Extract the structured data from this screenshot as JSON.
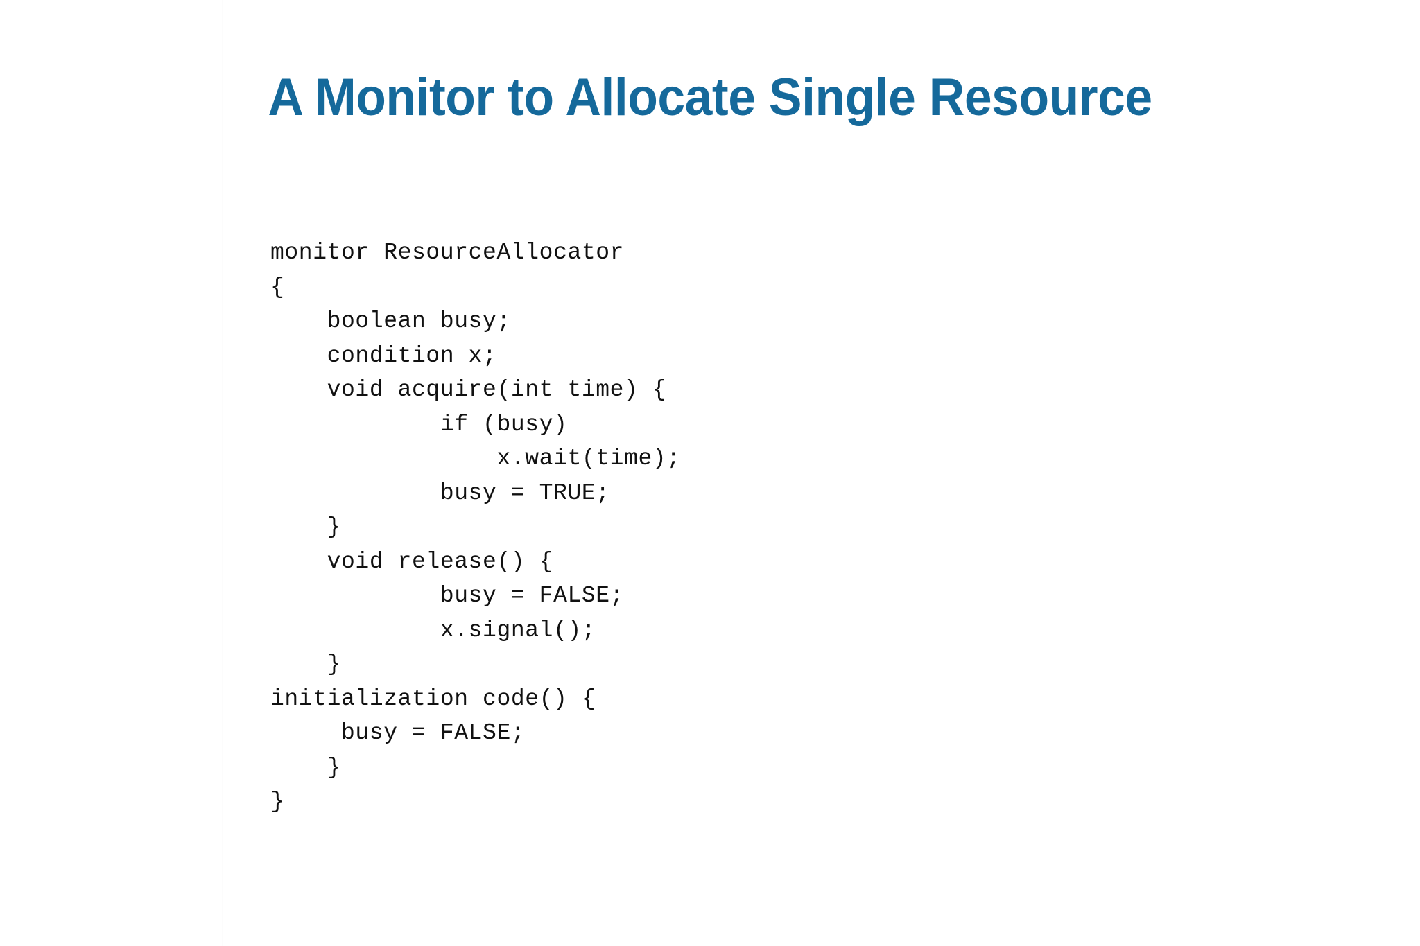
{
  "slide": {
    "title": "A Monitor to Allocate Single Resource",
    "title_color": "#15699B",
    "background_color": "#ffffff",
    "code_color": "#111111"
  },
  "code": {
    "language": "pseudo-c-monitor",
    "lines": [
      "monitor ResourceAllocator",
      "{",
      "    boolean busy;",
      "    condition x;",
      "    void acquire(int time) {",
      "            if (busy)",
      "                x.wait(time);",
      "            busy = TRUE;",
      "    }",
      "    void release() {",
      "            busy = FALSE;",
      "            x.signal();",
      "    }",
      "initialization code() {",
      "     busy = FALSE;",
      "    }",
      "}"
    ]
  }
}
